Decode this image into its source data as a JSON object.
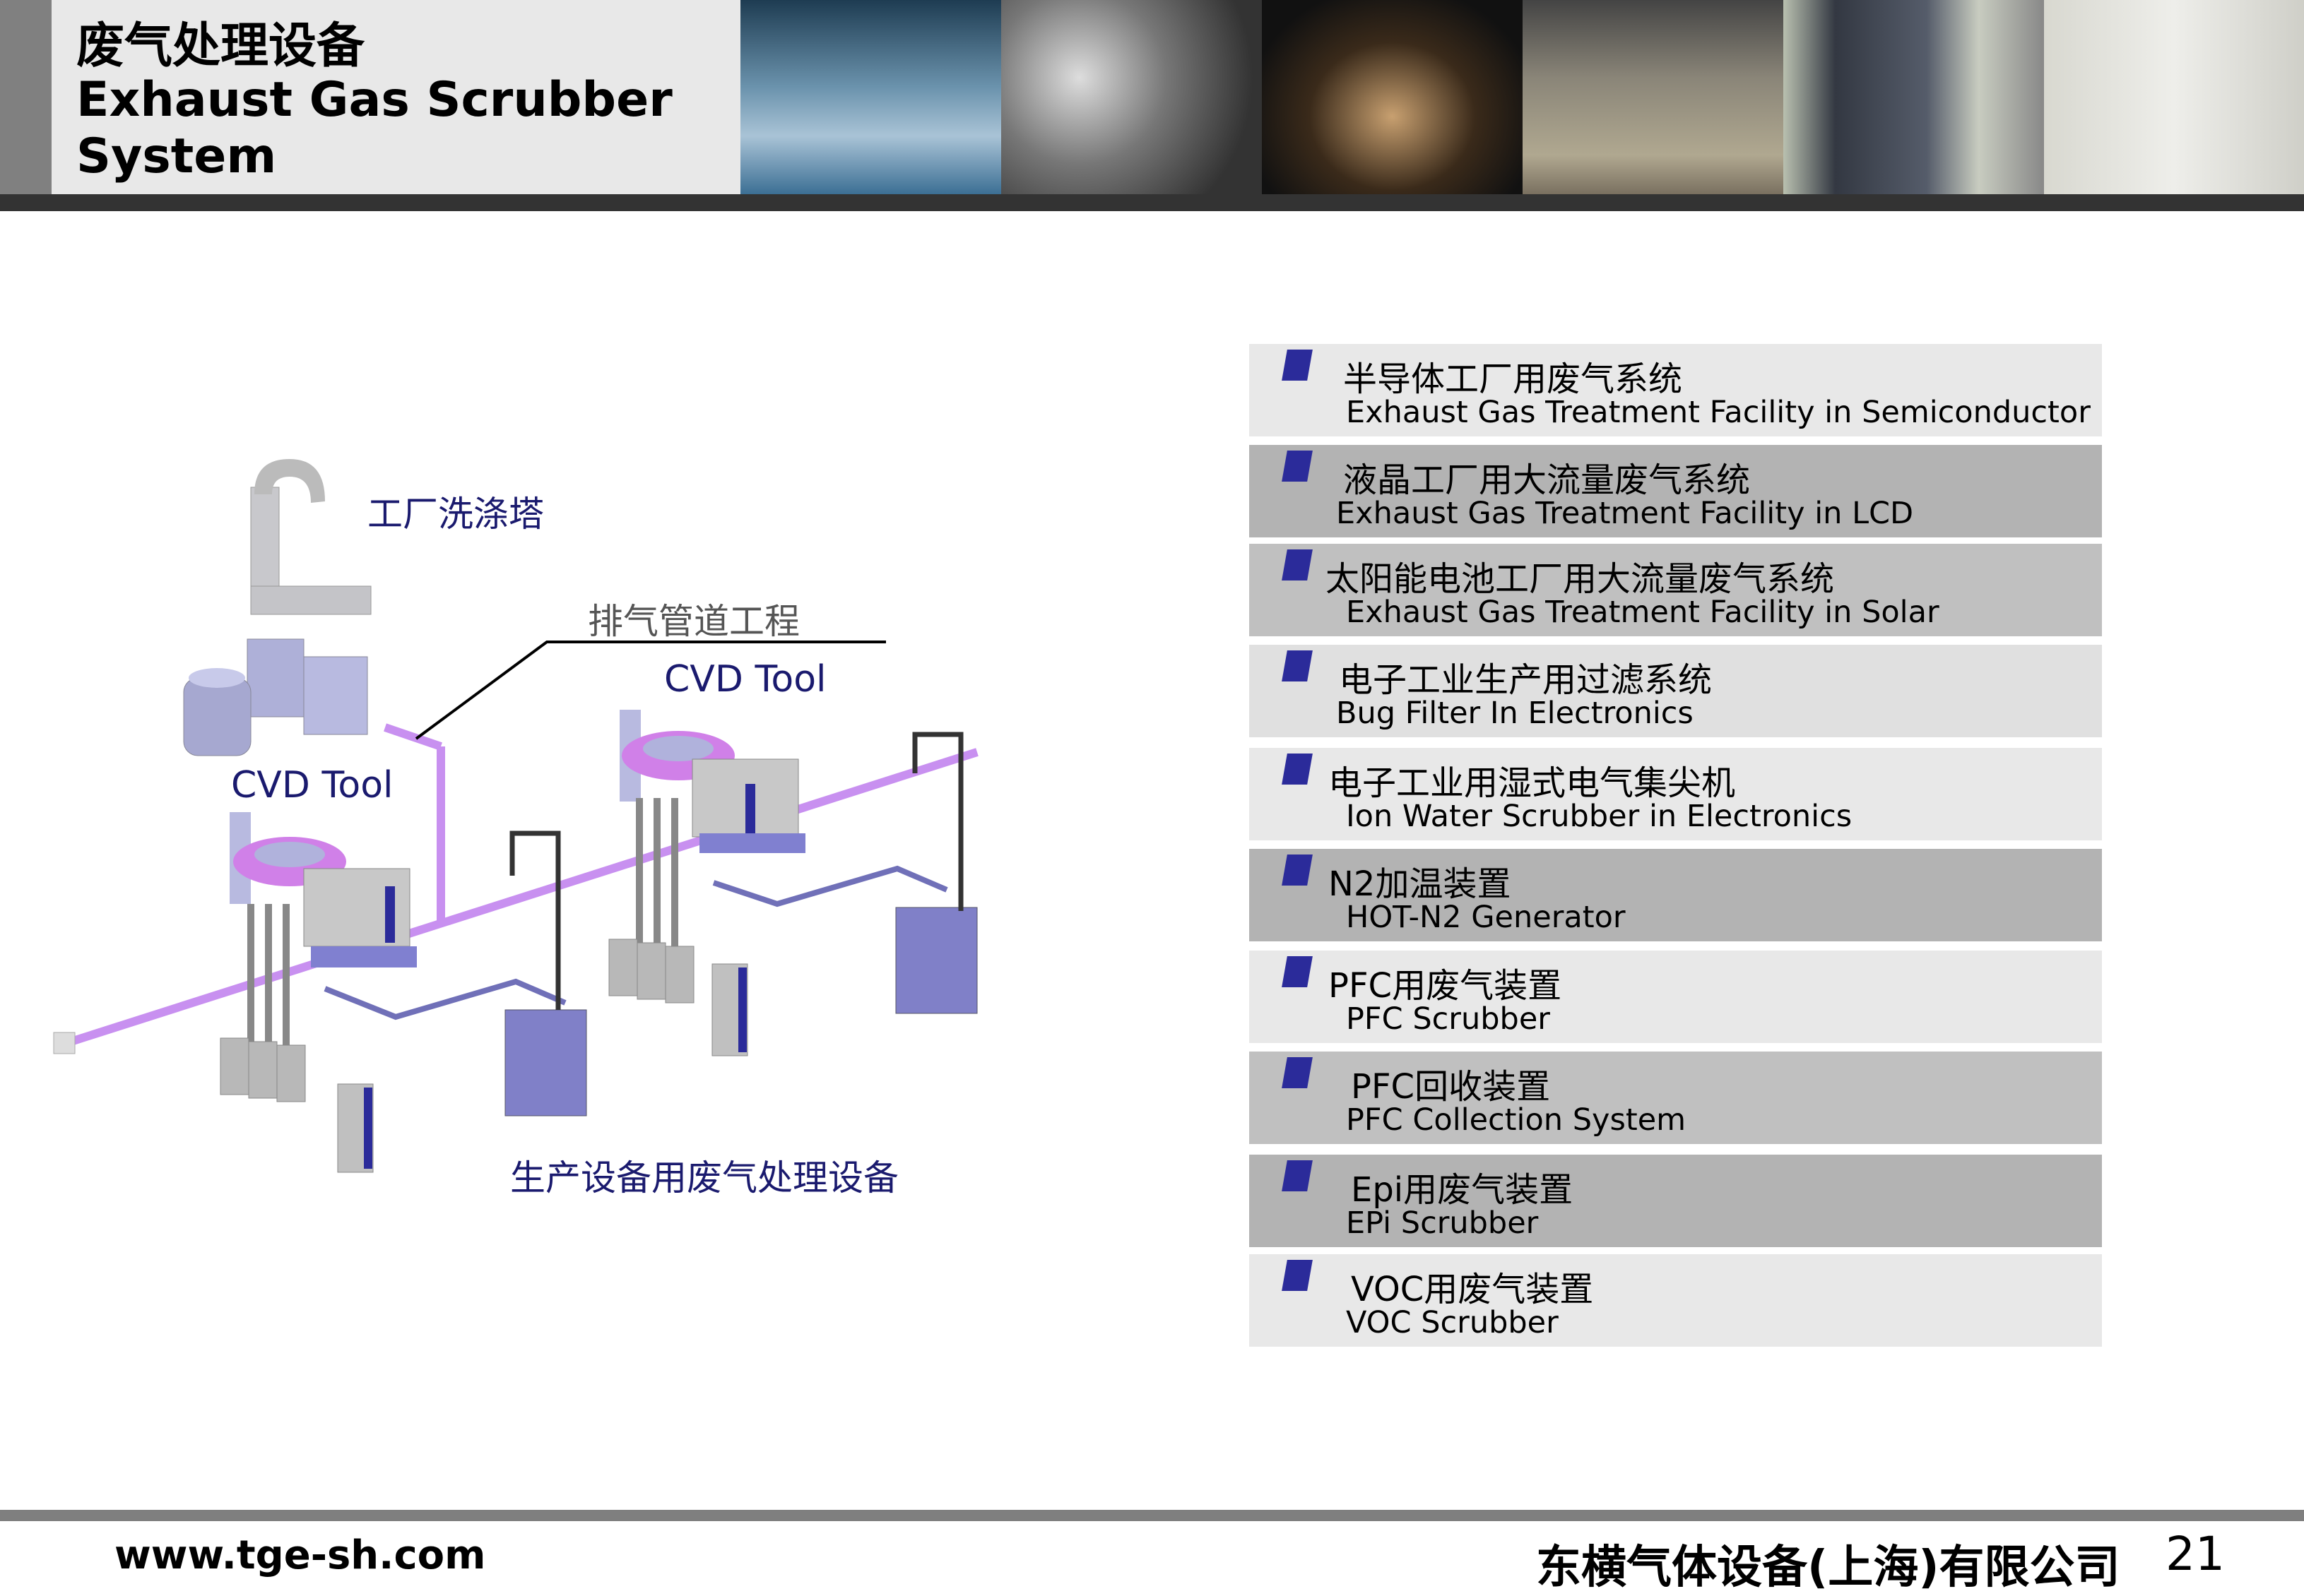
{
  "header": {
    "title_cn": "废气处理设备",
    "title_en_line1": "Exhaust Gas Scrubber",
    "title_en_line2": "System"
  },
  "diagram": {
    "factory_scrubber": "工厂洗涤塔",
    "exhaust_ducting": "排气管道工程",
    "cvd_tool_right": "CVD Tool",
    "cvd_tool_left": "CVD Tool",
    "pou_scrubber": "生产设备用废气处理设备"
  },
  "list": [
    {
      "cn": "半导体工厂用废气系统",
      "en": "Exhaust Gas Treatment Facility in Semiconductor"
    },
    {
      "cn": "液晶工厂用大流量废气系统",
      "en": "Exhaust Gas Treatment Facility in LCD"
    },
    {
      "cn": "太阳能电池工厂用大流量废气系统",
      "en": "Exhaust Gas Treatment Facility in Solar"
    },
    {
      "cn": "电子工业生产用过滤系统",
      "en": "Bug Filter In Electronics"
    },
    {
      "cn": "电子工业用湿式电气集尖机",
      "en": "Ion Water Scrubber in Electronics"
    },
    {
      "cn": "N2加温装置",
      "en": "HOT-N2 Generator"
    },
    {
      "cn": "PFC用废气装置",
      "en": "PFC Scrubber"
    },
    {
      "cn": "PFC回收装置",
      "en": "PFC Collection System"
    },
    {
      "cn": "Epi用废气装置",
      "en": "EPi Scrubber"
    },
    {
      "cn": "VOC用废气装置",
      "en": "VOC Scrubber"
    }
  ],
  "footer": {
    "website": "www.tge-sh.com",
    "company": "东横气体设备(上海)有限公司",
    "page_number": "21"
  },
  "colors": {
    "marker": "#2b2b9a",
    "label_navy": "#1a1a6e",
    "pipe": "#c890f0"
  }
}
